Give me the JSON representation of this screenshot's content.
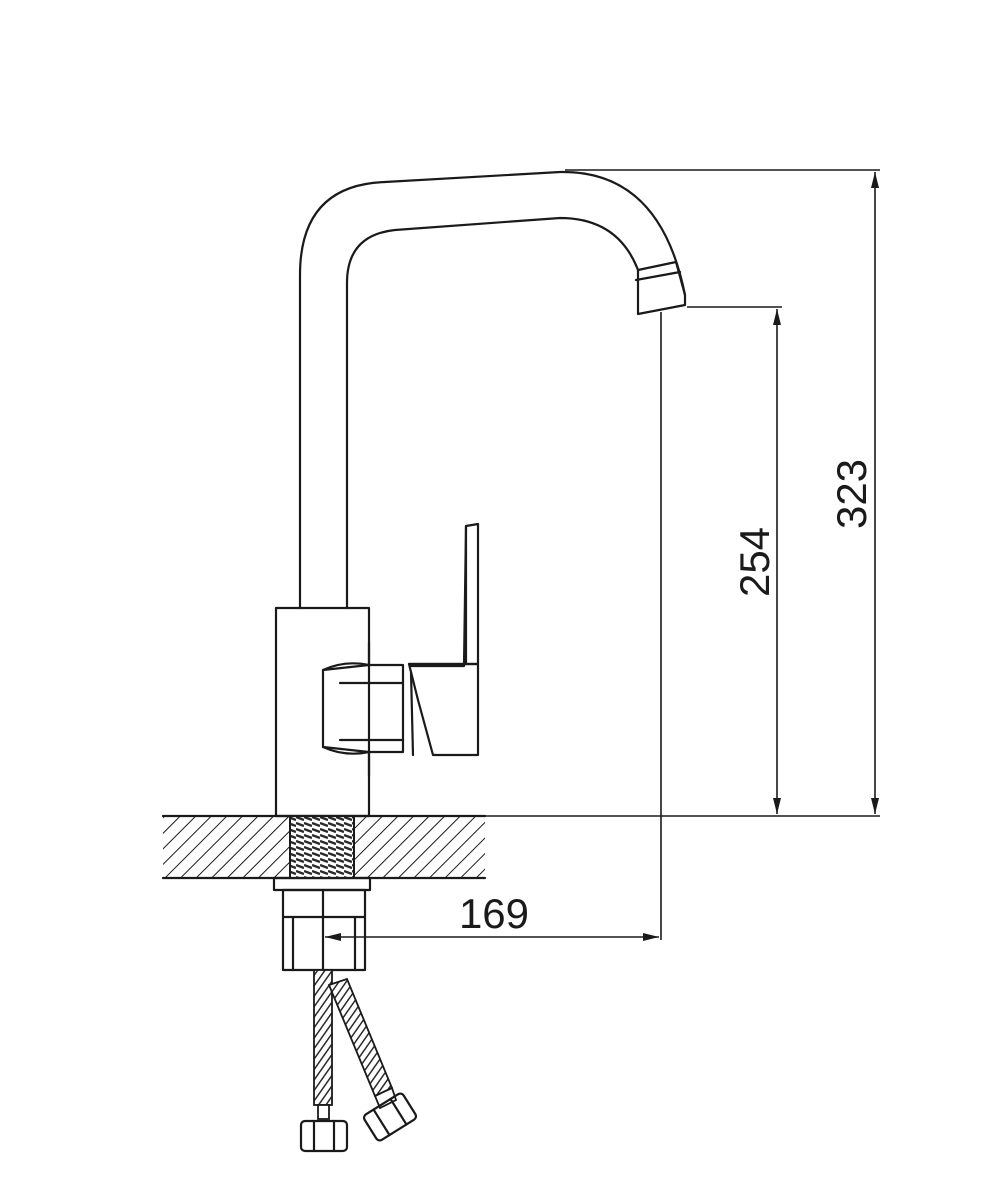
{
  "dimensions": {
    "total_height": "323",
    "spout_height": "254",
    "spout_reach": "169"
  },
  "colors": {
    "line": "#1a1a1a",
    "background": "#ffffff",
    "hose": "#3a3a3a"
  }
}
